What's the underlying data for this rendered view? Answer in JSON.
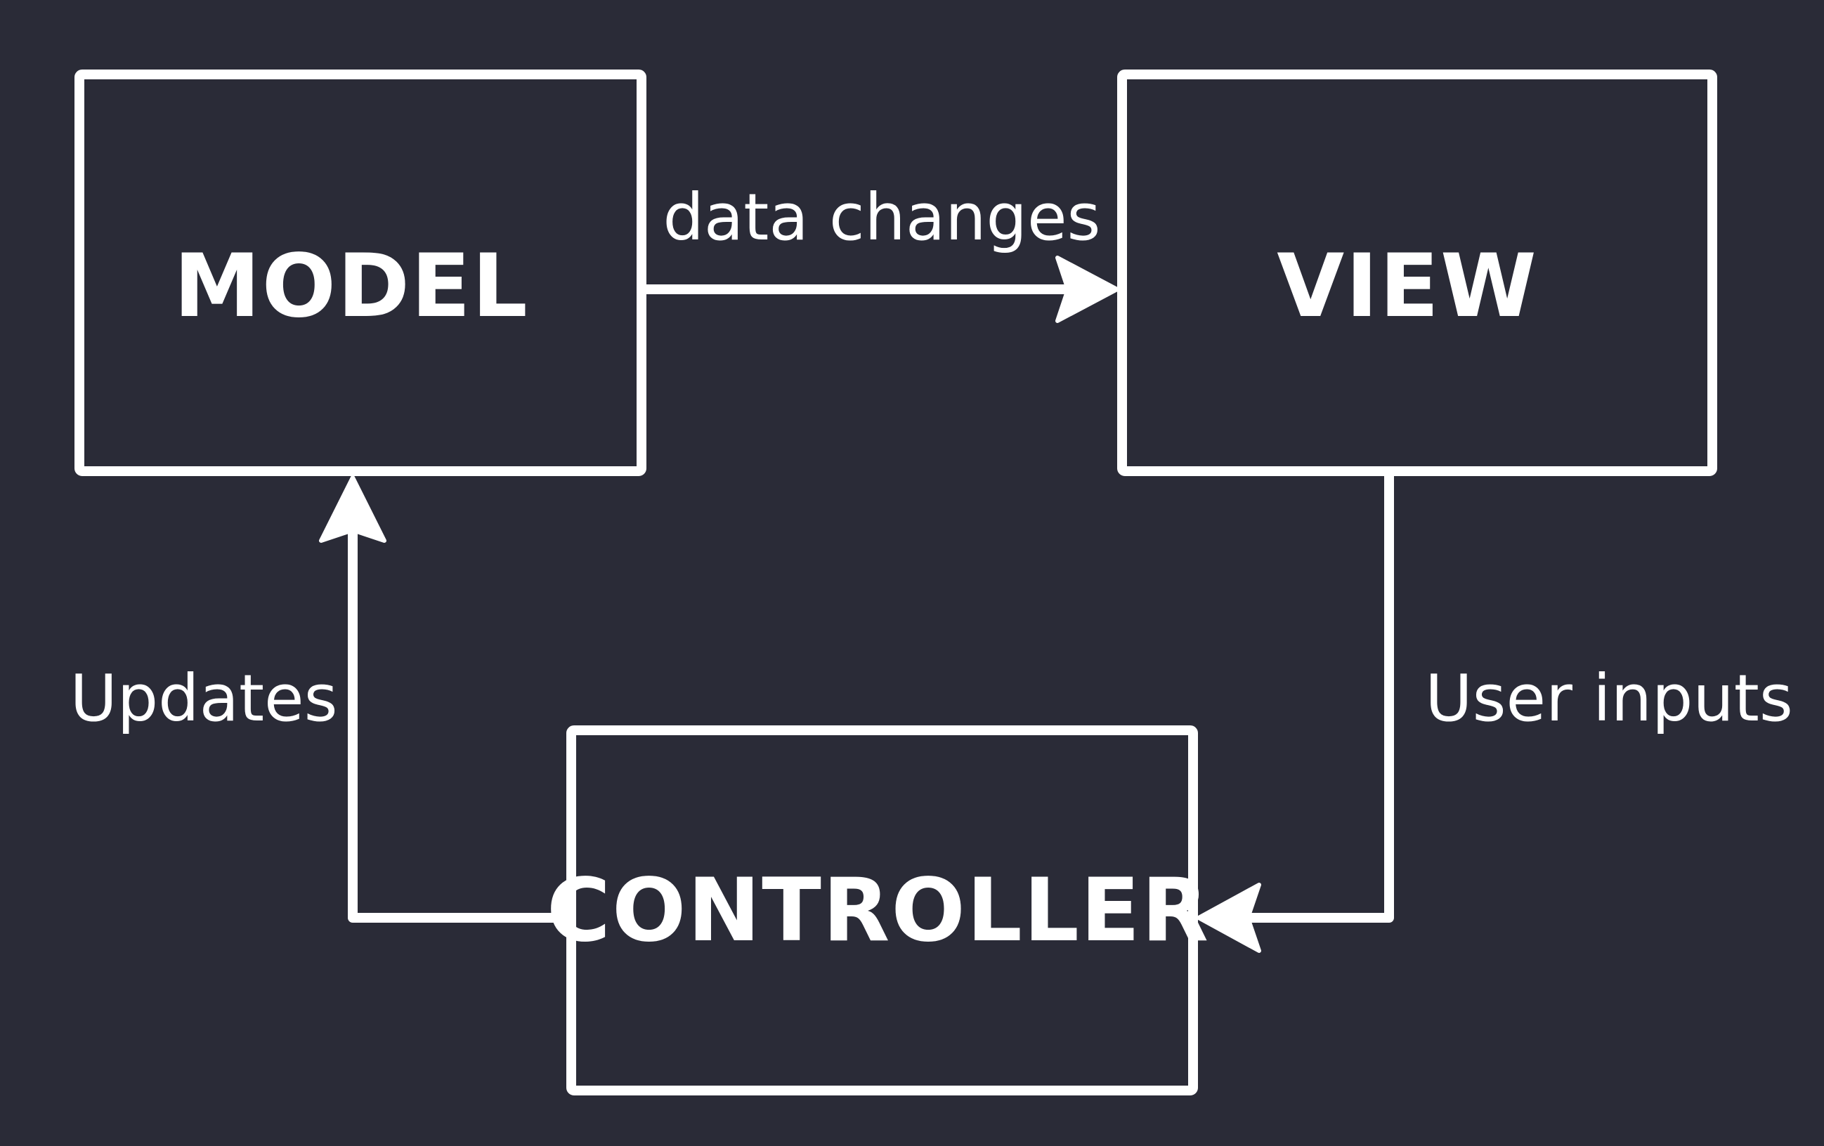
{
  "colors": {
    "background": "#2a2b37",
    "stroke": "#ffffff",
    "text": "#ffffff"
  },
  "nodes": {
    "model": {
      "label": "MODEL"
    },
    "view": {
      "label": "VIEW"
    },
    "controller": {
      "label": "CONTROLLER"
    }
  },
  "edges": {
    "model_to_view": {
      "label": "data changes"
    },
    "view_to_controller": {
      "label": "User inputs"
    },
    "controller_to_model": {
      "label": "Updates"
    }
  }
}
